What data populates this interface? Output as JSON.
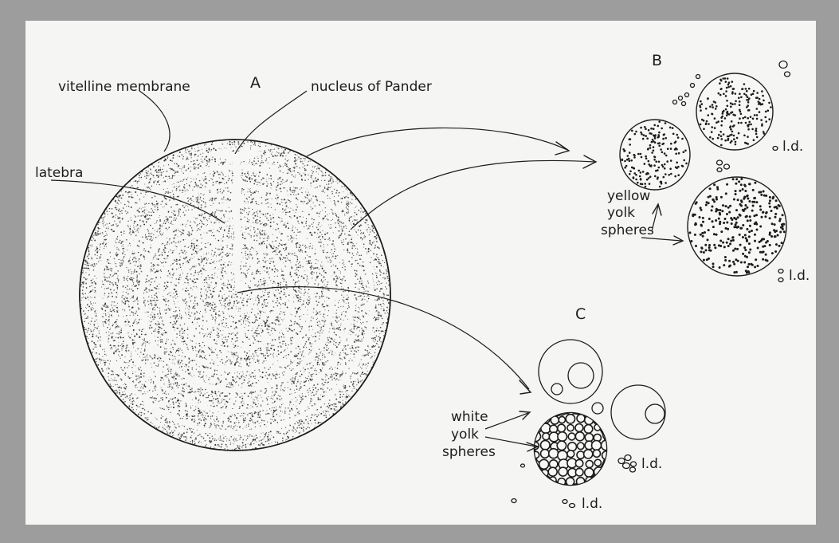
{
  "figure": {
    "panel_labels": {
      "a": "A",
      "b": "B",
      "c": "C"
    },
    "labels": {
      "vitelline_membrane": "vitelline membrane",
      "nucleus_of_pander": "nucleus of Pander",
      "latebra": "latebra",
      "yellow_line1": "yellow",
      "yellow_line2": "yolk",
      "yellow_line3": "spheres",
      "white_line1": "white",
      "white_line2": "yolk",
      "white_line3": "spheres",
      "ld": "l.d."
    }
  },
  "colors": {
    "ink": "#1c1c1c",
    "paper": "#f5f5f3",
    "border": "#9d9d9d"
  }
}
